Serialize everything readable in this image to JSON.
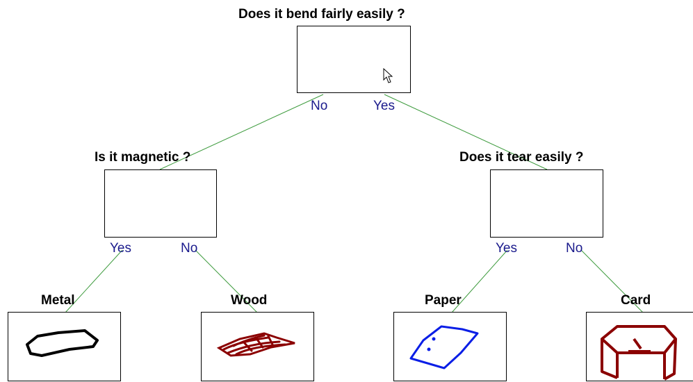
{
  "root": {
    "question": "Does it bend fairly easily ?",
    "left_answer": "No",
    "right_answer": "Yes"
  },
  "left_node": {
    "question": "Is it magnetic ?",
    "left_answer": "Yes",
    "right_answer": "No"
  },
  "right_node": {
    "question": "Does it tear easily ?",
    "left_answer": "Yes",
    "right_answer": "No"
  },
  "leaves": [
    {
      "label": "Metal",
      "sketch_color": "#000000"
    },
    {
      "label": "Wood",
      "sketch_color": "#8b0000"
    },
    {
      "label": "Paper",
      "sketch_color": "#0a1ee6"
    },
    {
      "label": "Card",
      "sketch_color": "#8b0000"
    }
  ],
  "colors": {
    "edge": "#3c9a3c",
    "answer_text": "#1a1a8c"
  },
  "icons": {
    "cursor": "mouse-pointer-icon"
  }
}
